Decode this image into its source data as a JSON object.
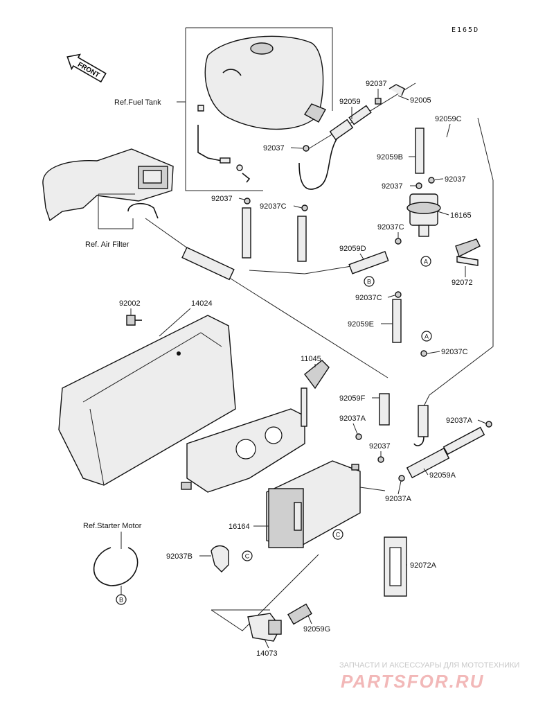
{
  "diagram_code": "E165D",
  "front_label": "FRONT",
  "refs": {
    "fuel_tank": "Ref.Fuel Tank",
    "air_filter": "Ref. Air Filter",
    "starter_motor": "Ref.Starter Motor"
  },
  "parts": {
    "p92037_top": "92037",
    "p92059_top": "92059",
    "p92005": "92005",
    "p92059C": "92059C",
    "p92059B": "92059B",
    "p92037_r": "92037",
    "p92037_rl": "92037",
    "p92037_tank": "92037",
    "p92037_tank2": "92037",
    "p92037C_1": "92037C",
    "p16165": "16165",
    "p92037C_2": "92037C",
    "p92059D": "92059D",
    "p92072": "92072",
    "p92037C_3": "92037C",
    "p92059E": "92059E",
    "p92037C_4": "92037C",
    "p92002": "92002",
    "p14024": "14024",
    "p11045": "11045",
    "p92059F": "92059F",
    "p92037A_1": "92037A",
    "p92037A_2": "92037A",
    "p92037_mid": "92037",
    "p92059A": "92059A",
    "p92037A_3": "92037A",
    "p16164": "16164",
    "p92037B": "92037B",
    "p92072A": "92072A",
    "p92059G": "92059G",
    "p14073": "14073"
  },
  "markers": {
    "a": "A",
    "b": "B",
    "c": "C"
  },
  "watermark": {
    "line1": "ЗАПЧАСТИ И АКСЕССУАРЫ ДЛЯ МОТОТЕХНИКИ",
    "line2": "PARTSFOR.RU"
  }
}
